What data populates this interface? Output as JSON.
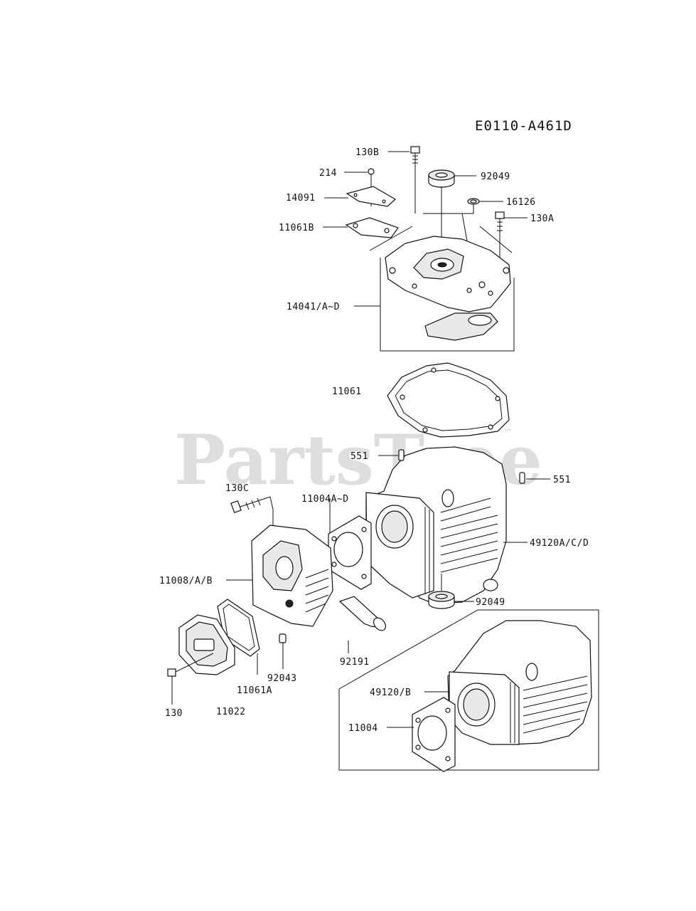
{
  "diagram_code": "E0110-A461D",
  "watermark": "PartsTree",
  "watermark_tm": "™",
  "parts": {
    "p130B": "130B",
    "p214": "214",
    "p92049_top": "92049",
    "p14091": "14091",
    "p16126": "16126",
    "p130A": "130A",
    "p11061B": "11061B",
    "p14041": "14041/A~D",
    "p11061": "11061",
    "p551_left": "551",
    "p551_right": "551",
    "p130C": "130C",
    "p11004A": "11004A~D",
    "p49120ACD": "49120A/C/D",
    "p11008": "11008/A/B",
    "p92049_bottom": "92049",
    "p92191": "92191",
    "p92043": "92043",
    "p11061A": "11061A",
    "p130": "130",
    "p11022": "11022",
    "p49120B": "49120/B",
    "p11004": "11004"
  }
}
